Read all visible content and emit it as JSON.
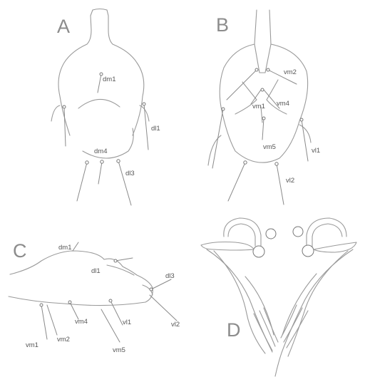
{
  "panels": {
    "a": {
      "letter": "A",
      "labels": {
        "dm1": "dm1",
        "dl1": "dl1",
        "dm4": "dm4",
        "dl3": "dl3"
      }
    },
    "b": {
      "letter": "B",
      "labels": {
        "vm2": "vm2",
        "vm1": "vm1",
        "vm4": "vm4",
        "vm5": "vm5",
        "vl1": "vl1",
        "vl2": "vl2"
      }
    },
    "c": {
      "letter": "C",
      "labels": {
        "dm1": "dm1",
        "dl1": "dl1",
        "dl3": "dl3",
        "vm4": "vm4",
        "vl1": "vl1",
        "vl2": "vl2",
        "vm1": "vm1",
        "vm2": "vm2",
        "vm5": "vm5"
      }
    },
    "d": {
      "letter": "D"
    }
  }
}
